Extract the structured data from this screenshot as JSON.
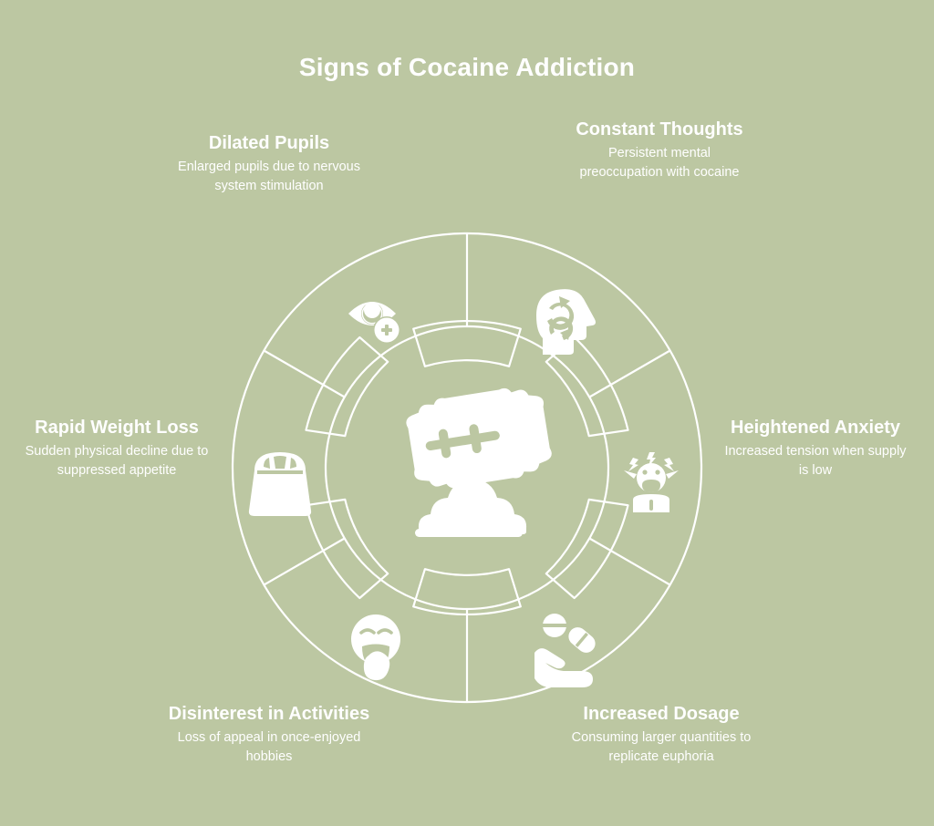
{
  "page": {
    "title": "Signs of Cocaine Addiction",
    "background_color": "#bcc7a2",
    "foreground_color": "#ffffff"
  },
  "center": {
    "icon": "razor-blade-and-powder-icon"
  },
  "segments": [
    {
      "id": "dilated-pupils",
      "position": "top-left",
      "heading": "Dilated Pupils",
      "description": "Enlarged pupils due to nervous system stimulation",
      "icon": "eye-plus-icon"
    },
    {
      "id": "constant-thoughts",
      "position": "top-right",
      "heading": "Constant Thoughts",
      "description": "Persistent mental preoccupation with cocaine",
      "icon": "head-recurring-thoughts-icon"
    },
    {
      "id": "rapid-weight-loss",
      "position": "left",
      "heading": "Rapid Weight Loss",
      "description": "Sudden physical decline due to suppressed appetite",
      "icon": "weight-scale-icon"
    },
    {
      "id": "heightened-anxiety",
      "position": "right",
      "heading": "Heightened Anxiety",
      "description": "Increased tension when supply is low",
      "icon": "stressed-person-icon"
    },
    {
      "id": "disinterest-in-activities",
      "position": "bottom-left",
      "heading": "Disinterest in Activities",
      "description": "Loss of appeal in once-enjoyed hobbies",
      "icon": "yawning-bored-face-icon"
    },
    {
      "id": "increased-dosage",
      "position": "bottom-right",
      "heading": "Increased Dosage",
      "description": "Consuming larger quantities to replicate euphoria",
      "icon": "hand-holding-pills-icon"
    }
  ]
}
